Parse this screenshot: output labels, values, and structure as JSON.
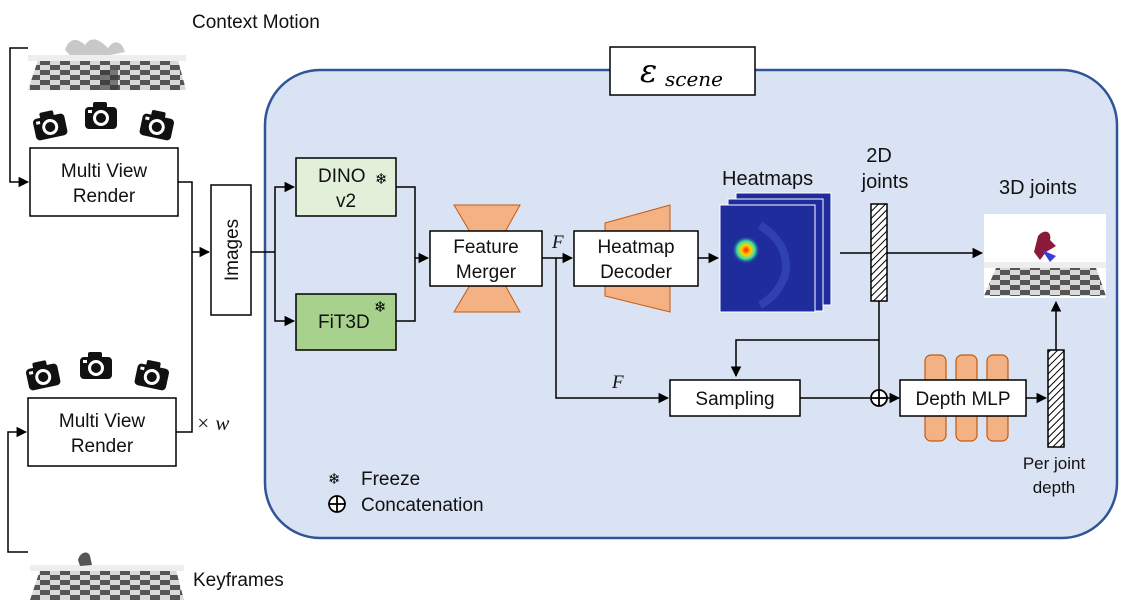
{
  "labels": {
    "context_motion": "Context Motion",
    "keyframes": "Keyframes",
    "render_top_line1": "Multi View",
    "render_top_line2": "Render",
    "render_bottom_line1": "Multi View",
    "render_bottom_line2": "Render",
    "times_w": "× w",
    "images": "Images",
    "dino_line1": "DINO",
    "dino_line2": "v2",
    "fit3d": "FiT3D",
    "scene_encoder_symbol": "ε",
    "scene_encoder_subscript": "scene",
    "feature_merger_line1": "Feature",
    "feature_merger_line2": "Merger",
    "feature_symbol_top": "F",
    "feature_symbol_bottom": "F",
    "heatmap_decoder_line1": "Heatmap",
    "heatmap_decoder_line2": "Decoder",
    "heatmaps": "Heatmaps",
    "joints2d_line1": "2D",
    "joints2d_line2": "joints",
    "joints3d": "3D joints",
    "sampling": "Sampling",
    "depth_mlp": "Depth MLP",
    "per_joint_line1": "Per joint",
    "per_joint_line2": "depth",
    "legend_freeze": "Freeze",
    "legend_concat": "Concatenation"
  },
  "icons": {
    "snowflake": "❄",
    "concat": "⊕",
    "camera": "camera-icon"
  },
  "colors": {
    "encoder_fill": "#dae3f3",
    "encoder_stroke": "#2f5597",
    "dino_fill": "#e2efd9",
    "fit3d_fill": "#a9d18e",
    "orange": "#f4b183",
    "orange_stroke": "#c55a11",
    "heatmap_bg": "#1f2d9c"
  }
}
